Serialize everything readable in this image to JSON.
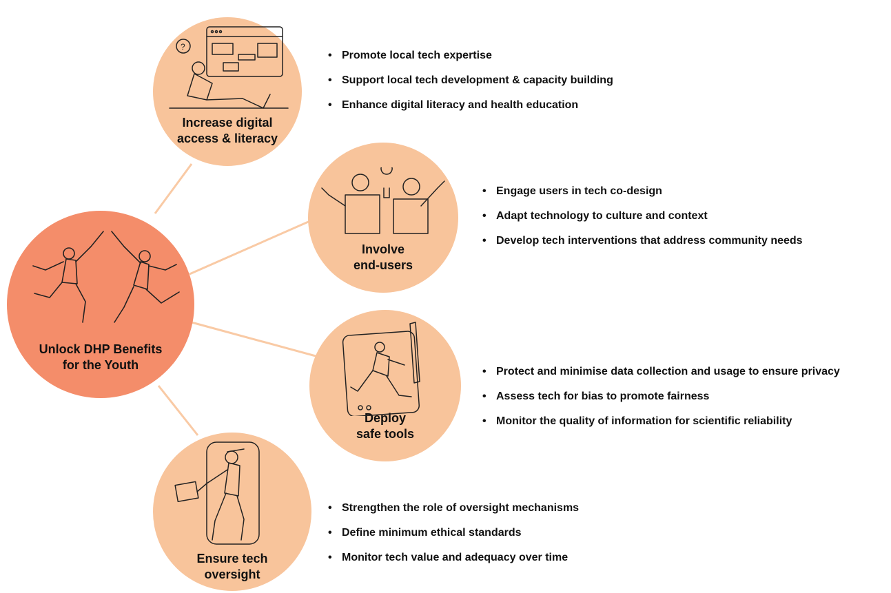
{
  "colors": {
    "hub": "#f48d6a",
    "branch": "#f8c49b",
    "connector": "#f9caa5"
  },
  "hub": {
    "label_line1": "Unlock DHP Benefits",
    "label_line2": "for the Youth",
    "icon": "two-people-high-five-icon"
  },
  "branches": [
    {
      "label_line1": "Increase digital",
      "label_line2": "access & literacy",
      "icon": "person-with-laptop-icon",
      "bullets": [
        "Promote local tech expertise",
        "Support local tech development & capacity building",
        "Enhance digital literacy and health education"
      ]
    },
    {
      "label_line1": "Involve",
      "label_line2": "end-users",
      "icon": "people-with-lightbulb-icon",
      "bullets": [
        "Engage users in tech co-design",
        "Adapt technology to culture and context",
        "Develop tech interventions that address community needs"
      ]
    },
    {
      "label_line1": "Deploy",
      "label_line2": "safe tools",
      "icon": "person-on-phone-screen-icon",
      "bullets": [
        "Protect and minimise data collection and usage to ensure privacy",
        "Assess tech for bias to promote fairness",
        "Monitor the quality of information for scientific reliability"
      ]
    },
    {
      "label_line1": "Ensure tech",
      "label_line2": "oversight",
      "icon": "person-with-spyglass-icon",
      "bullets": [
        "Strengthen the role of oversight mechanisms",
        "Define minimum ethical standards",
        "Monitor tech value and adequacy over time"
      ]
    }
  ]
}
